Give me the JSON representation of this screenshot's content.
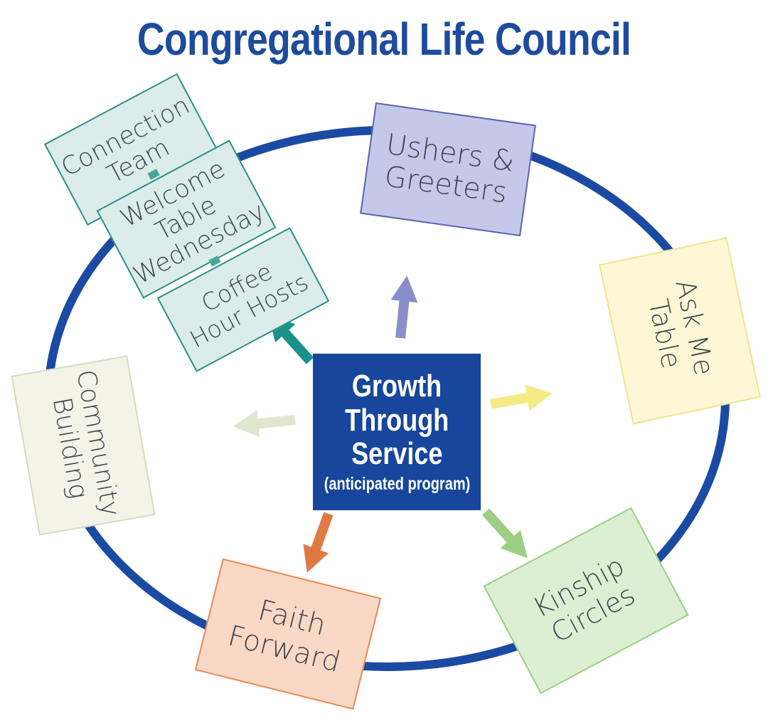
{
  "title": "Congregational Life Council",
  "center": {
    "line1": "Growth",
    "line2": "Through",
    "line3": "Service",
    "subtitle": "(anticipated program)",
    "color": "#17469c"
  },
  "ring_color": "#1b4aa3",
  "nodes": {
    "ushers": {
      "line1": "Ushers &",
      "line2": "Greeters",
      "color": "#c5c9e9"
    },
    "ask_me": {
      "line1": "Ask Me",
      "line2": "Table",
      "color": "#fdf7d6"
    },
    "community": {
      "line1": "Community",
      "line2": "Building",
      "color": "#f3f4e7"
    },
    "faith": {
      "line1": "Faith",
      "line2": "Forward",
      "color": "#fad8c6"
    },
    "kinship": {
      "line1": "Kinship",
      "line2": "Circles",
      "color": "#ddefd2"
    },
    "connection_group": {
      "color": "#dcecea",
      "connection_team": {
        "line1": "Connection",
        "line2": "Team"
      },
      "welcome_table": {
        "line1": "Welcome",
        "line2": "Table",
        "line3": "Wednesday"
      },
      "coffee_hour": {
        "line1": "Coffee",
        "line2": "Hour Hosts"
      }
    }
  },
  "arrow_colors": {
    "ushers": "#8a8ec8",
    "ask_me": "#f6ea86",
    "community": "#e1e6cf",
    "faith": "#e07a44",
    "kinship": "#9ccf84",
    "connection": "#17918a"
  }
}
